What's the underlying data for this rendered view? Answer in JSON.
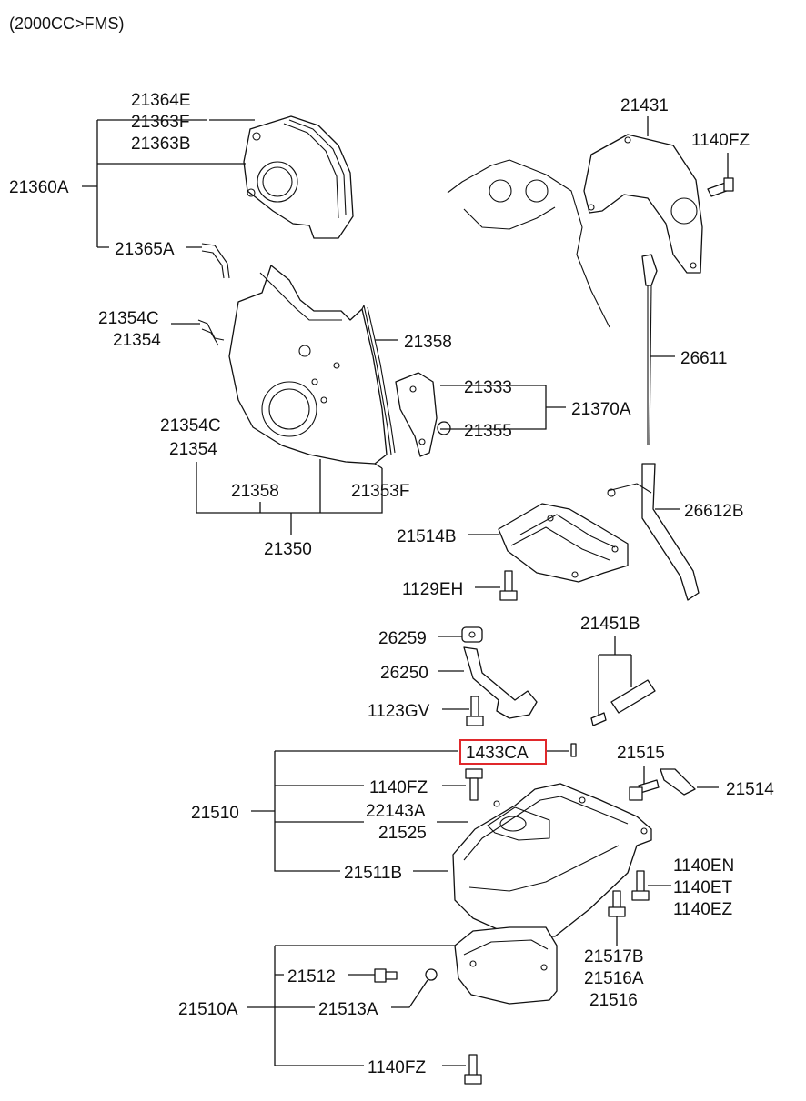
{
  "header": "(2000CC>FMS)",
  "highlight_color": "#e0282b",
  "highlighted_part": "1433CA",
  "labels": {
    "p21364E": "21364E",
    "p21363F": "21363F",
    "p21363B": "21363B",
    "p21360A": "21360A",
    "p21365A": "21365A",
    "p21354C_a": "21354C",
    "p21354_a": "21354",
    "p21358_a": "21358",
    "p21333": "21333",
    "p21355": "21355",
    "p21370A": "21370A",
    "p21354C_b": "21354C",
    "p21354_b": "21354",
    "p21358_b": "21358",
    "p21353F": "21353F",
    "p21350": "21350",
    "p21431": "21431",
    "p1140FZ_a": "1140FZ",
    "p26611": "26611",
    "p26612B": "26612B",
    "p21514B": "21514B",
    "p1129EH": "1129EH",
    "p26259": "26259",
    "p26250": "26250",
    "p1123GV": "1123GV",
    "p21451B": "21451B",
    "p1433CA": "1433CA",
    "p21515": "21515",
    "p21514": "21514",
    "p1140FZ_b": "1140FZ",
    "p21510": "21510",
    "p22143A": "22143A",
    "p21525": "21525",
    "p21511B": "21511B",
    "p1140EN": "1140EN",
    "p1140ET": "1140ET",
    "p1140EZ": "1140EZ",
    "p21517B": "21517B",
    "p21516A": "21516A",
    "p21516": "21516",
    "p21512": "21512",
    "p21510A": "21510A",
    "p21513A": "21513A",
    "p1140FZ_c": "1140FZ"
  }
}
